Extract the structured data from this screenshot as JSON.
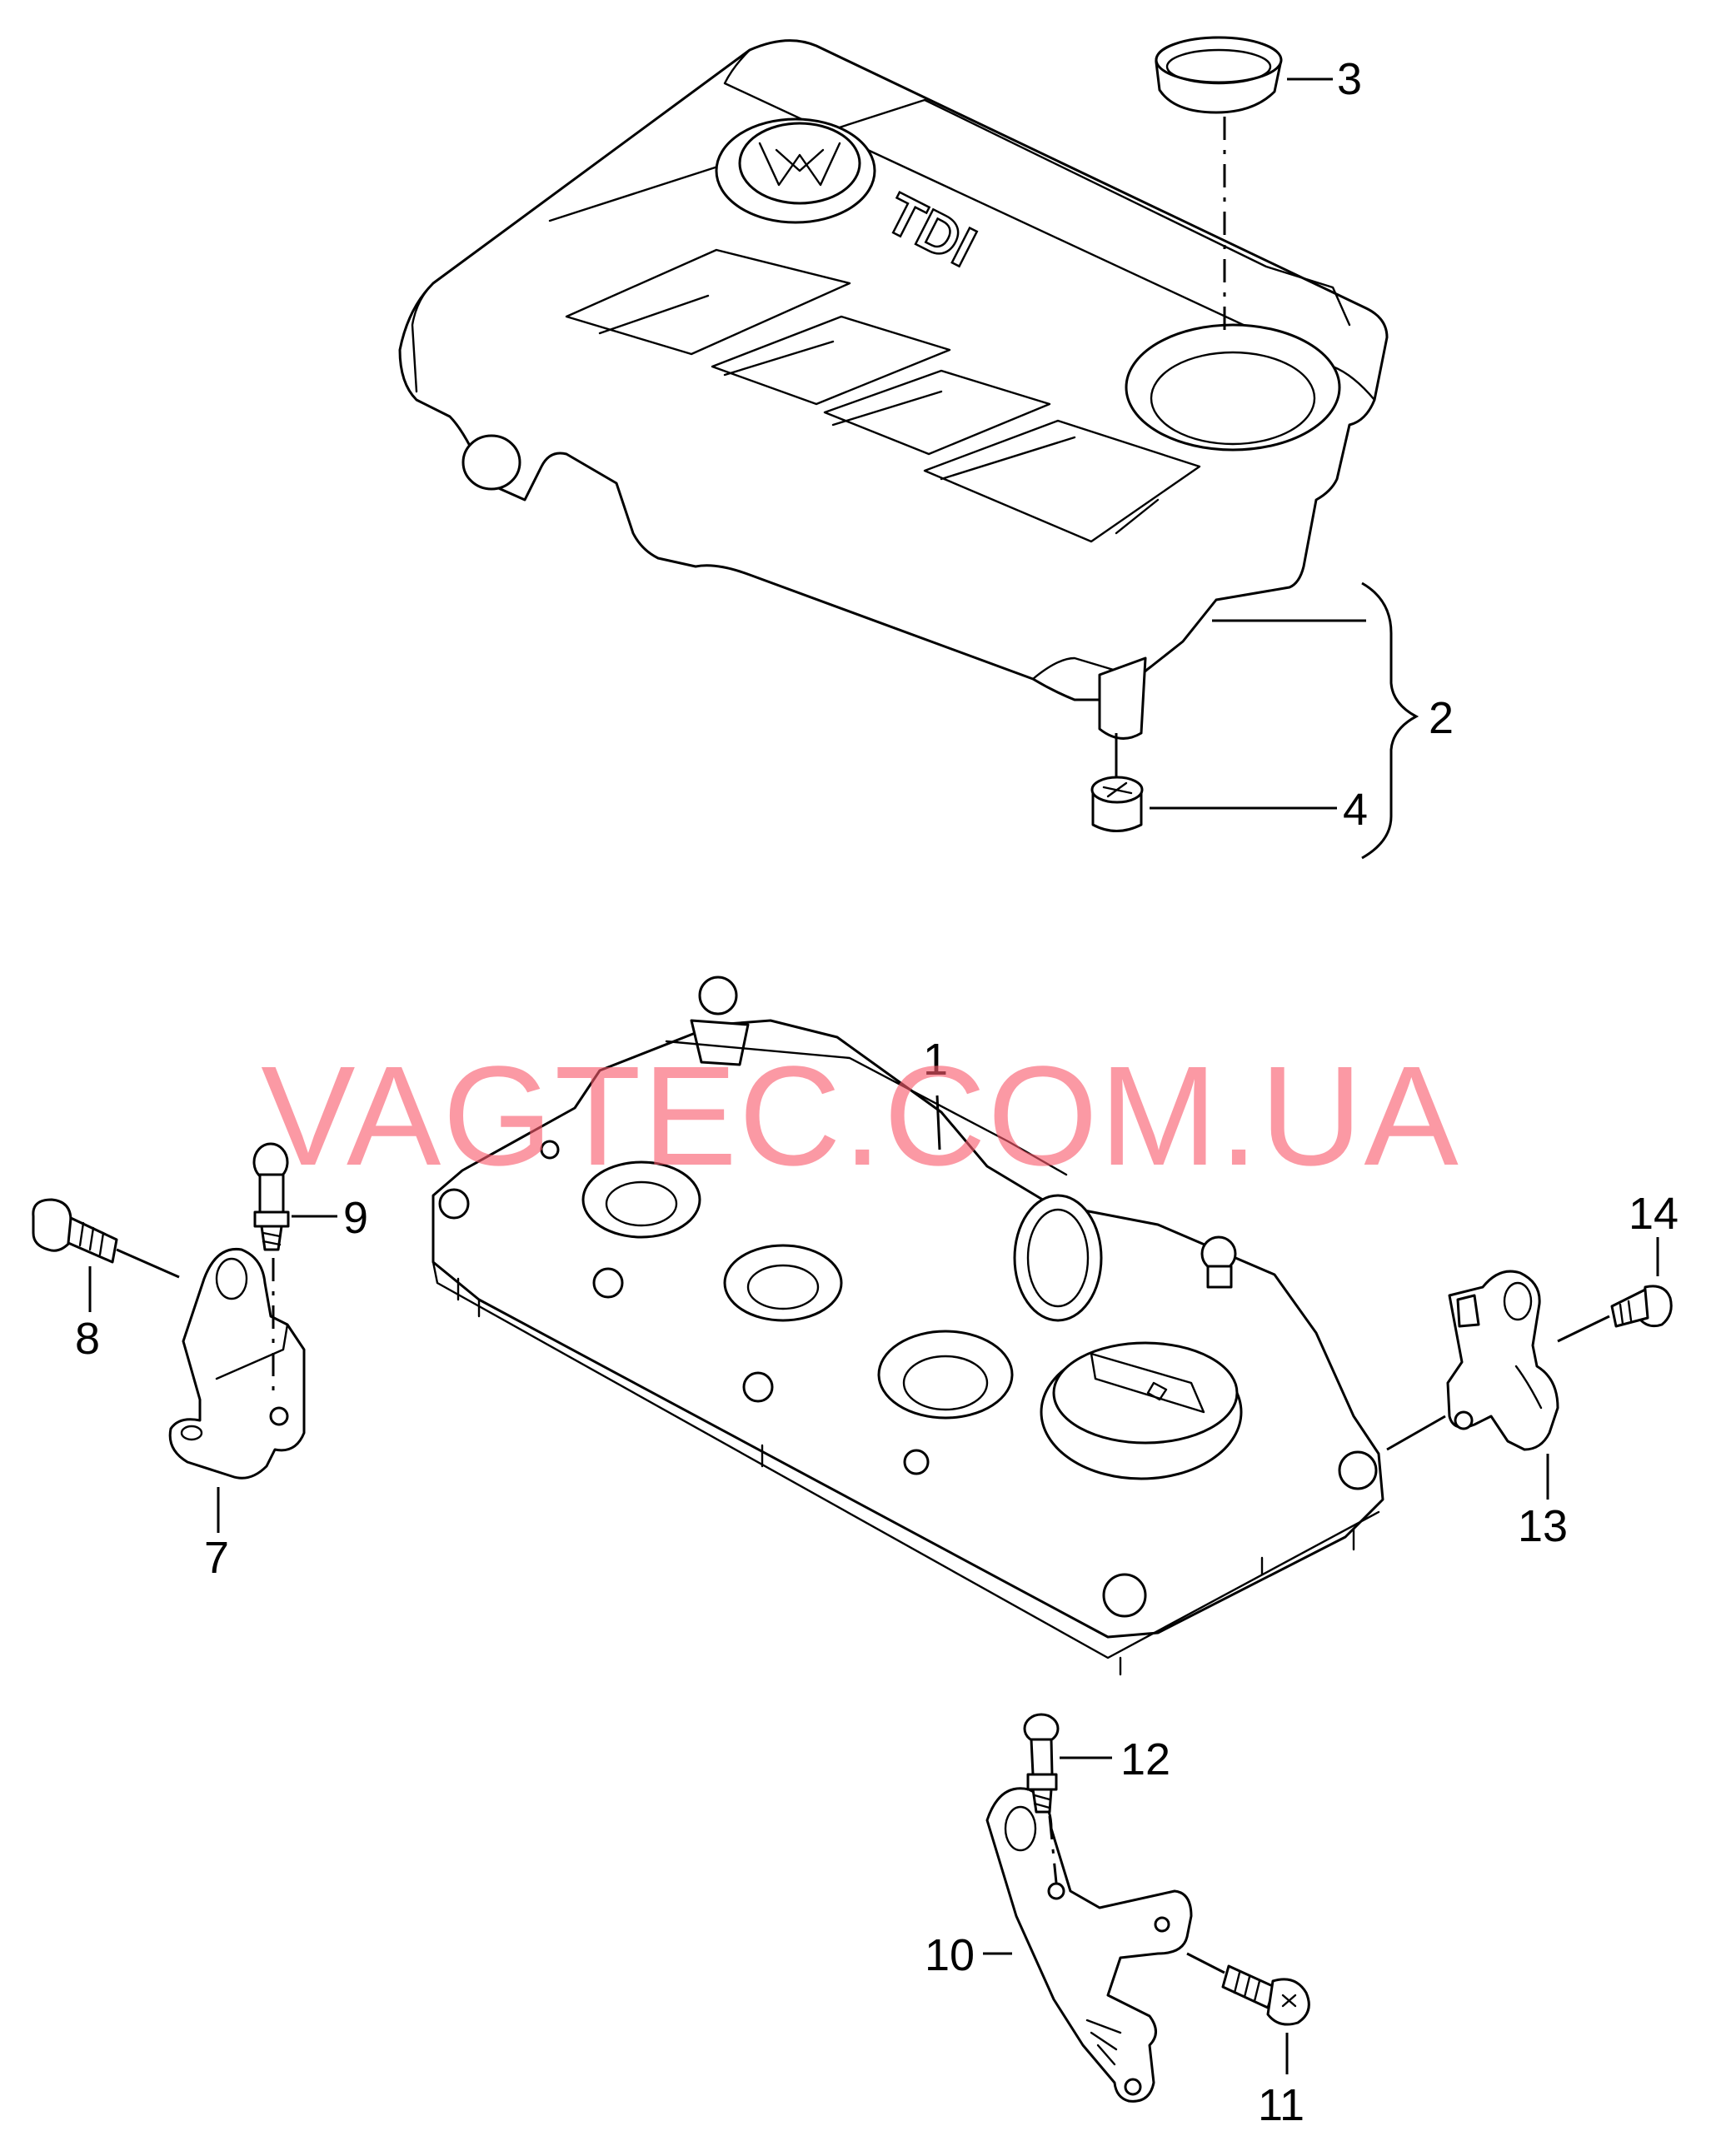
{
  "watermark": {
    "text": "VAGTEC.COM.UA",
    "color": "#f85a6c"
  },
  "engine_cover": {
    "emblem_text": "TDI"
  },
  "callouts": {
    "c1": "1",
    "c2": "2",
    "c3": "3",
    "c4": "4",
    "c7": "7",
    "c8": "8",
    "c9": "9",
    "c10": "10",
    "c11": "11",
    "c12": "12",
    "c13": "13",
    "c14": "14"
  },
  "colors": {
    "line": "#000000",
    "background": "#ffffff"
  }
}
